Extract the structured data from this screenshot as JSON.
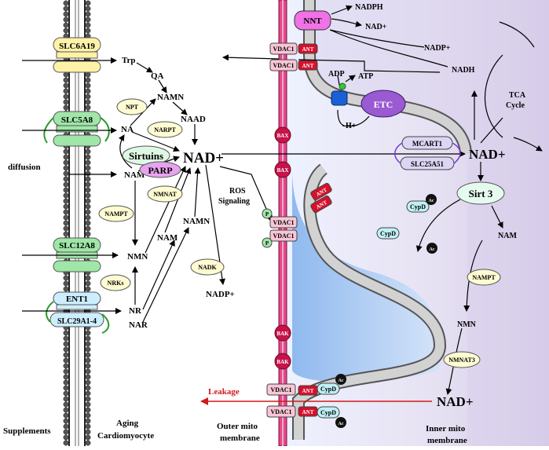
{
  "labels": {
    "supplements": "Supplements",
    "aging": "Aging",
    "cardiomyocyte": "Cardiomyocyte",
    "outer_mito_1": "Outer mito",
    "outer_mito_2": "membrane",
    "inner_mito_1": "Inner mito",
    "inner_mito_2": "membrane",
    "diffusion": "diffusion",
    "leakage": "Leakage",
    "ros_1": "ROS",
    "ros_2": "Signaling",
    "tca_1": "TCA",
    "tca_2": "Cycle"
  },
  "transporters": {
    "slc6a19": "SLC6A19",
    "slc5a8": "SLC5A8",
    "slc12a8": "SLC12A8",
    "ent1": "ENT1",
    "slc29a": "SLC29A1-4",
    "mcart1": "MCART1",
    "slc25a51": "SLC25A51"
  },
  "enzymes": {
    "npt": "NPT",
    "narpt": "NARPT",
    "nmnat": "NMNAT",
    "nampt": "NAMPT",
    "nrks": "NRKs",
    "nadk": "NADK",
    "nampt_mito": "NAMPT",
    "nmnat3": "NMNAT3",
    "sirtuins": "Sirtuins",
    "parp": "PARP",
    "sirt3": "Sirt 3",
    "nnt": "NNT",
    "etc": "ETC"
  },
  "metabolites": {
    "trp": "Trp",
    "qa": "QA",
    "namn_top": "NAMN",
    "naad": "NAAD",
    "na": "NA",
    "nad_main": "NAD+",
    "nam": "NAM",
    "nmn": "NMN",
    "nam_mid": "NAM",
    "namn_mid": "NAMN",
    "nr": "NR",
    "nar": "NAR",
    "nadp": "NADP+",
    "nadph": "NADPH",
    "nad_nnt": "NAD+",
    "nadp_mito": "NADP+",
    "nadh": "NADH",
    "adp": "ADP",
    "atp": "ATP",
    "h_plus": "H+",
    "nad_mito": "NAD+",
    "nam_mito": "NAM",
    "nmn_mito": "NMN",
    "nad_bottom": "NAD+"
  },
  "proteins": {
    "vdac1": "VDAC1",
    "ant": "ANT",
    "bax": "BAX",
    "bak": "BAK",
    "cypd": "CypD",
    "ac": "Ac",
    "p": "P"
  },
  "colors": {
    "yellow": "#fff2a8",
    "green": "#9fe6a8",
    "light_blue": "#cdeeff",
    "enzyme_fill": "#fffbd2",
    "pink_membrane": "#e2498a",
    "inner_membrane": "#cfcfcf",
    "matrix_blue": "#a8ccf4",
    "cristae_bg": "#dcd6ec",
    "red_arrow": "#d21a1a",
    "nnt_fill": "#f072e6",
    "etc_fill": "#9a5ad2",
    "vdac_fill": "#f8c6d6",
    "ant_fill": "#d6102c",
    "cypd_fill": "#bff0f6"
  }
}
